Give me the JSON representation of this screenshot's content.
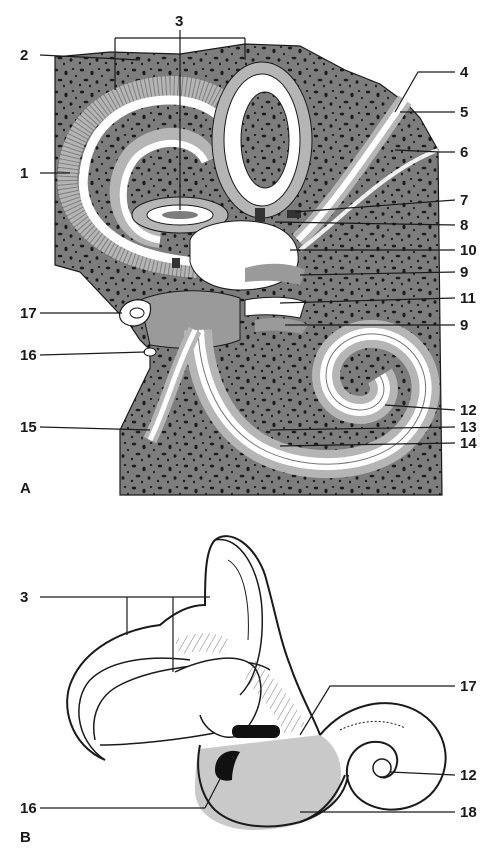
{
  "figure": {
    "panel_a": {
      "letter": "A",
      "callouts": [
        "1",
        "2",
        "3",
        "4",
        "5",
        "6",
        "7",
        "8",
        "9",
        "9",
        "10",
        "11",
        "12",
        "13",
        "14",
        "15",
        "16",
        "17"
      ]
    },
    "panel_b": {
      "letter": "B",
      "callouts": [
        "3",
        "12",
        "16",
        "17",
        "18"
      ]
    }
  },
  "colors": {
    "bone": "#7d7d7d",
    "bone_speckle": "#1c1c1c",
    "membrane_band": "#b5b5b5",
    "fluid": "#ffffff",
    "shade_b": "#c9c9c9",
    "line": "#1a1a1a"
  }
}
